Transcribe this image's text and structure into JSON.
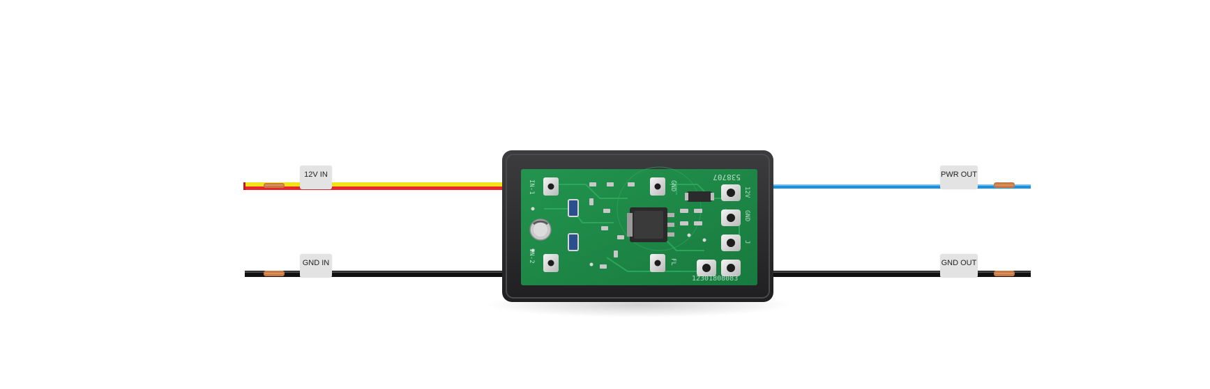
{
  "labels": {
    "in_positive": "12V IN",
    "in_ground": "GND IN",
    "out_power": "PWR OUT",
    "out_ground": "GND OUT"
  },
  "pcb": {
    "part_number": "538707",
    "serial": "12301808083",
    "pad_labels": [
      "IN-1",
      "IN-2",
      "GND",
      "FL",
      "12V",
      "GND",
      "J"
    ]
  },
  "colors": {
    "wire_red": "#e8262b",
    "wire_yellow": "#f2e21a",
    "wire_black": "#111111",
    "wire_blue": "#1e90e0",
    "copper": "#c87a45",
    "pcb_green": "#1f8a4a",
    "housing": "#2b2b2d"
  }
}
